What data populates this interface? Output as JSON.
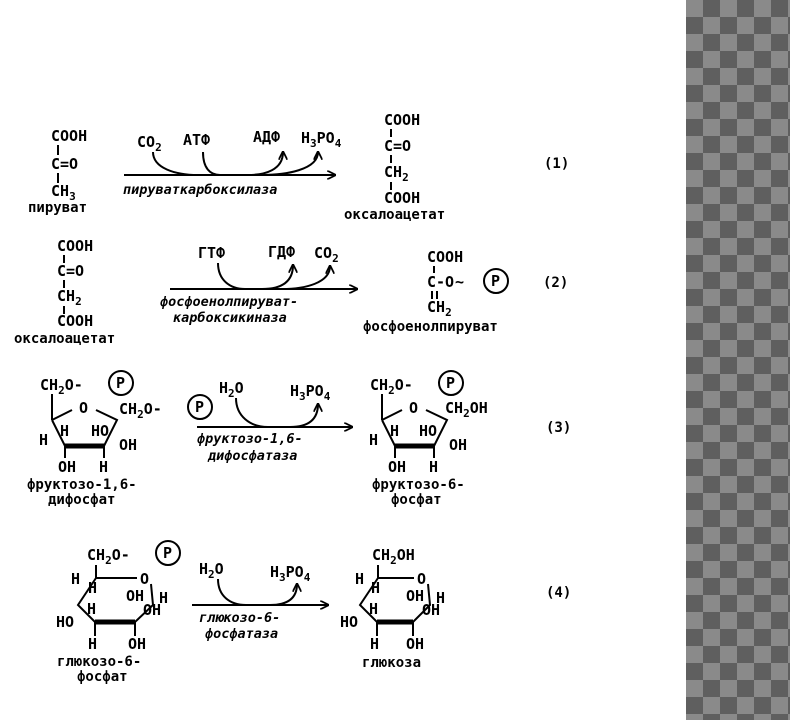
{
  "colors": {
    "ink": "#000000",
    "background": "#ffffff",
    "panel_light": "#8a8a8a",
    "panel_dark": "#5f5f5f"
  },
  "formula": {
    "cooh": "COOH",
    "c_o": "C=O",
    "ch3": "CH",
    "ch2": "CH",
    "sub2": "2",
    "sub3": "3",
    "sub4": "4",
    "c_o_link": "C-O",
    "tilde": "~",
    "p": "P",
    "ch2o": "CH",
    "o_label": "O",
    "dash": "-",
    "ch2oh": "CH",
    "oh_tail": "OH",
    "h": "H",
    "oh": "OH",
    "ho": "HO",
    "o_ring": "O",
    "h2o_h": "H",
    "h2o_o": "O",
    "h3po4_h": "H",
    "h3po4_po": "PO",
    "co": "CO"
  },
  "reactions": [
    {
      "number": "(1)",
      "substrate_name": "пируват",
      "reagents_in": [
        "АТФ"
      ],
      "reagents_out": [
        "АДФ"
      ],
      "enzyme_line1": "пируваткарбоксилаза",
      "product_name": "оксалоацетат"
    },
    {
      "number": "(2)",
      "substrate_name": "оксалоацетат",
      "reagents_in": [
        "ГТФ"
      ],
      "reagents_out": [
        "ГДФ"
      ],
      "enzyme_line1": "фосфоенолпируват-",
      "enzyme_line2": "карбоксикиназа",
      "product_name": "фосфоенолпируват"
    },
    {
      "number": "(3)",
      "substrate_name_line1": "фруктозо-1,6-",
      "substrate_name_line2": "дифосфат",
      "enzyme_line1": "фруктозо-1,6-",
      "enzyme_line2": "дифосфатаза",
      "product_name_line1": "фруктозо-6-",
      "product_name_line2": "фосфат"
    },
    {
      "number": "(4)",
      "substrate_name_line1": "глюкозо-6-",
      "substrate_name_line2": "фосфат",
      "enzyme_line1": "глюкозо-6-",
      "enzyme_line2": "фосфатаза",
      "product_name": "глюкоза"
    }
  ]
}
